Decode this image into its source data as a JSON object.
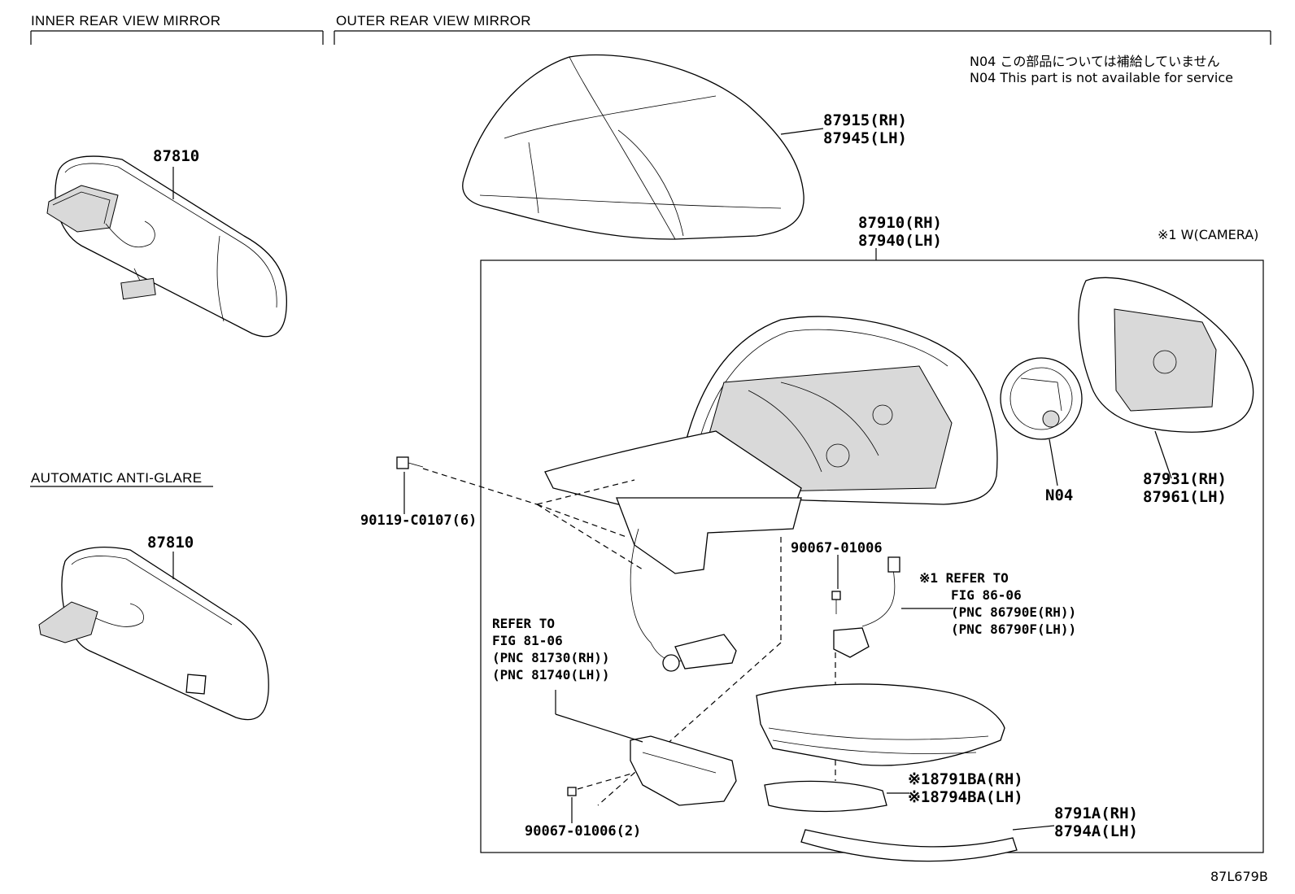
{
  "headers": {
    "inner": "INNER REAR VIEW MIRROR",
    "outer": "OUTER REAR VIEW MIRROR",
    "auto": "AUTOMATIC ANTI-GLARE"
  },
  "notes": {
    "n04_jp": "N04 この部品については補給していません",
    "n04_en": "N04 This part is not available for service",
    "camera": "※1 W(CAMERA)"
  },
  "parts": {
    "p87810a": "87810",
    "p87810b": "87810",
    "p87915": "87915(RH)",
    "p87945": "87945(LH)",
    "p87910": "87910(RH)",
    "p87940": "87940(LH)",
    "p87931": "87931(RH)",
    "p87961": "87961(LH)",
    "pN04": "N04",
    "p90119": "90119-C0107(6)",
    "p90067": "90067-01006",
    "p90067b": "90067-01006(2)",
    "p8791BA": "※18791BA(RH)",
    "p8794BA": "※18794BA(LH)",
    "p8791A": "8791A(RH)",
    "p8794A": "8794A(LH)"
  },
  "refs": {
    "camera_ref": [
      "※1 REFER TO",
      "FIG 86-06",
      "(PNC 86790E(RH))",
      "(PNC 86790F(LH))"
    ],
    "lamp_ref": [
      "REFER TO",
      "FIG 81-06",
      "(PNC 81730(RH))",
      "(PNC 81740(LH))"
    ]
  },
  "diagram_id": "87L679B"
}
